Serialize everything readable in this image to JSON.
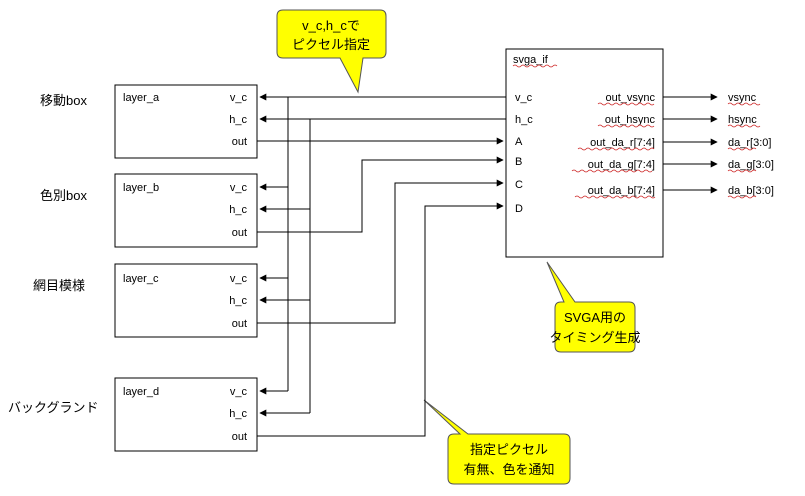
{
  "callouts": {
    "top": {
      "line1": "v_c,h_cで",
      "line2": "ピクセル指定",
      "fill": "#ffff00"
    },
    "svga": {
      "line1": "SVGA用の",
      "line2": "タイミング生成",
      "fill": "#ffff00"
    },
    "bottom": {
      "line1": "指定ピクセル",
      "line2": "有無、色を通知",
      "fill": "#ffff00"
    }
  },
  "layers": [
    {
      "side_label": "移動box",
      "name": "layer_a",
      "ports": [
        "v_c",
        "h_c",
        "out"
      ]
    },
    {
      "side_label": "色別box",
      "name": "layer_b",
      "ports": [
        "v_c",
        "h_c",
        "out"
      ]
    },
    {
      "side_label": "網目模様",
      "name": "layer_c",
      "ports": [
        "v_c",
        "h_c",
        "out"
      ]
    },
    {
      "side_label": "バックグランド",
      "name": "layer_d",
      "ports": [
        "v_c",
        "h_c",
        "out"
      ]
    }
  ],
  "svga": {
    "name": "svga_if",
    "left_ports": [
      "v_c",
      "h_c",
      "A",
      "B",
      "C",
      "D"
    ],
    "right_ports": [
      "out_vsync",
      "out_hsync",
      "out_da_r[7:4]",
      "out_da_g[7:4]",
      "out_da_b[7:4]"
    ]
  },
  "outputs": [
    "vsync",
    "hsync",
    "da_r[3:0]",
    "da_g[3:0]",
    "da_b[3:0]"
  ]
}
